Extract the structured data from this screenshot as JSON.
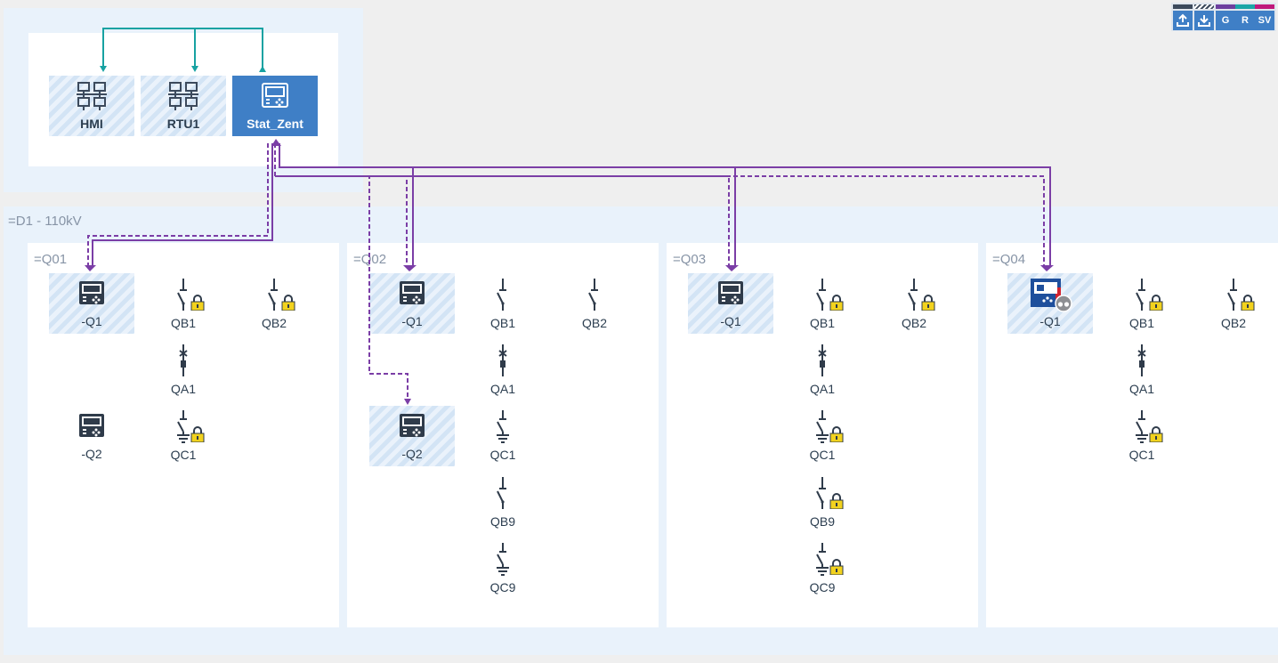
{
  "colors": {
    "station_link": "#17a2a2",
    "bay_link": "#7b3ea6",
    "selected": "#3f7fc6",
    "lock": "#f2d21e",
    "toolbar_button": "#3f7fc6"
  },
  "toolbar": {
    "buttons": [
      {
        "icon": "upload-icon",
        "label": "",
        "stripe": "#3c4a5c"
      },
      {
        "icon": "download-icon",
        "label": "",
        "stripe": "hatched"
      },
      {
        "icon": "",
        "label": "G",
        "stripe": "#6d3f9e"
      },
      {
        "icon": "",
        "label": "R",
        "stripe": "#1aa6a6"
      },
      {
        "icon": "",
        "label": "SV",
        "stripe": "#c0187a"
      }
    ]
  },
  "station": {
    "devices": [
      {
        "label": "HMI",
        "icon": "network-icon",
        "selected": false
      },
      {
        "label": "RTU1",
        "icon": "network-icon",
        "selected": false
      },
      {
        "label": "Stat_Zent",
        "icon": "controller-icon",
        "selected": true
      }
    ]
  },
  "voltage_level": {
    "title": "=D1 - 110kV",
    "bays": [
      {
        "title": "=Q01",
        "ieds": [
          {
            "label": "-Q1"
          },
          {
            "label": "-Q2"
          }
        ],
        "switches": [
          {
            "label": "QB1",
            "type": "disconnector",
            "locked": true
          },
          {
            "label": "QB2",
            "type": "disconnector",
            "locked": true
          },
          {
            "label": "QA1",
            "type": "breaker",
            "locked": false
          },
          {
            "label": "QC1",
            "type": "earth",
            "locked": true
          }
        ]
      },
      {
        "title": "=Q02",
        "ieds": [
          {
            "label": "-Q1"
          },
          {
            "label": "-Q2"
          }
        ],
        "switches": [
          {
            "label": "QB1",
            "type": "disconnector",
            "locked": false
          },
          {
            "label": "QB2",
            "type": "disconnector",
            "locked": false
          },
          {
            "label": "QA1",
            "type": "breaker",
            "locked": false
          },
          {
            "label": "QC1",
            "type": "earth",
            "locked": false
          },
          {
            "label": "QB9",
            "type": "disconnector",
            "locked": false
          },
          {
            "label": "QC9",
            "type": "earth",
            "locked": false
          }
        ]
      },
      {
        "title": "=Q03",
        "ieds": [
          {
            "label": "-Q1"
          }
        ],
        "switches": [
          {
            "label": "QB1",
            "type": "disconnector",
            "locked": true
          },
          {
            "label": "QB2",
            "type": "disconnector",
            "locked": true
          },
          {
            "label": "QA1",
            "type": "breaker",
            "locked": false
          },
          {
            "label": "QC1",
            "type": "earth",
            "locked": true
          },
          {
            "label": "QB9",
            "type": "disconnector",
            "locked": true
          },
          {
            "label": "QC9",
            "type": "earth",
            "locked": true
          }
        ]
      },
      {
        "title": "=Q04",
        "ieds": [
          {
            "label": "-Q1"
          }
        ],
        "switches": [
          {
            "label": "QB1",
            "type": "disconnector",
            "locked": true
          },
          {
            "label": "QB2",
            "type": "disconnector",
            "locked": true
          },
          {
            "label": "QA1",
            "type": "breaker",
            "locked": false
          },
          {
            "label": "QC1",
            "type": "earth",
            "locked": true
          }
        ]
      }
    ]
  }
}
